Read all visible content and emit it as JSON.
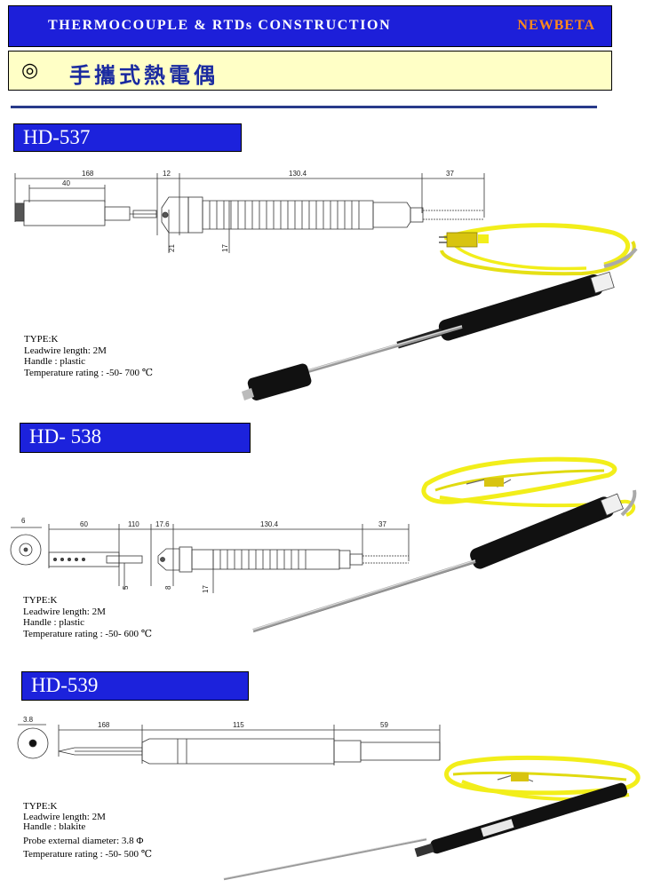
{
  "header": {
    "title": "THERMOCOUPLE & RTDs CONSTRUCTION",
    "brand": "NEWBETA"
  },
  "subheader": {
    "symbol": "◎",
    "text": "手攜式熱電偶"
  },
  "products": [
    {
      "model": "HD-537",
      "dims": {
        "a": "168",
        "b": "40",
        "c": "12",
        "d": "130.4",
        "e": "37",
        "f": "21",
        "g": "17"
      },
      "specs": [
        "TYPE:K",
        "Leadwire length: 2M",
        "Handle :  plastic",
        "Temperature rating : -50- 700 ℃"
      ]
    },
    {
      "model": "HD- 538",
      "dims": {
        "a": "6",
        "b": "60",
        "c": "110",
        "d": "17.6",
        "e": "130.4",
        "f": "37",
        "g": "5",
        "h": "8",
        "i": "17"
      },
      "specs": [
        "TYPE:K",
        "Leadwire length: 2M",
        "Handle :  plastic",
        "Temperature rating : -50- 600 ℃"
      ]
    },
    {
      "model": "HD-539",
      "dims": {
        "a": "3.8",
        "b": "168",
        "c": "115",
        "d": "59"
      },
      "specs": [
        "TYPE:K",
        "Leadwire length: 2M",
        "Handle :  blakite",
        "Probe external diameter:  3.8 Φ",
        "Temperature rating : -50- 500 ℃"
      ]
    }
  ],
  "colors": {
    "header_bg": "#1d1fd9",
    "brand": "#ff8a1c",
    "subheader_bg": "#ffffc6",
    "cable": "#f2ee1a",
    "handle": "#111111"
  }
}
